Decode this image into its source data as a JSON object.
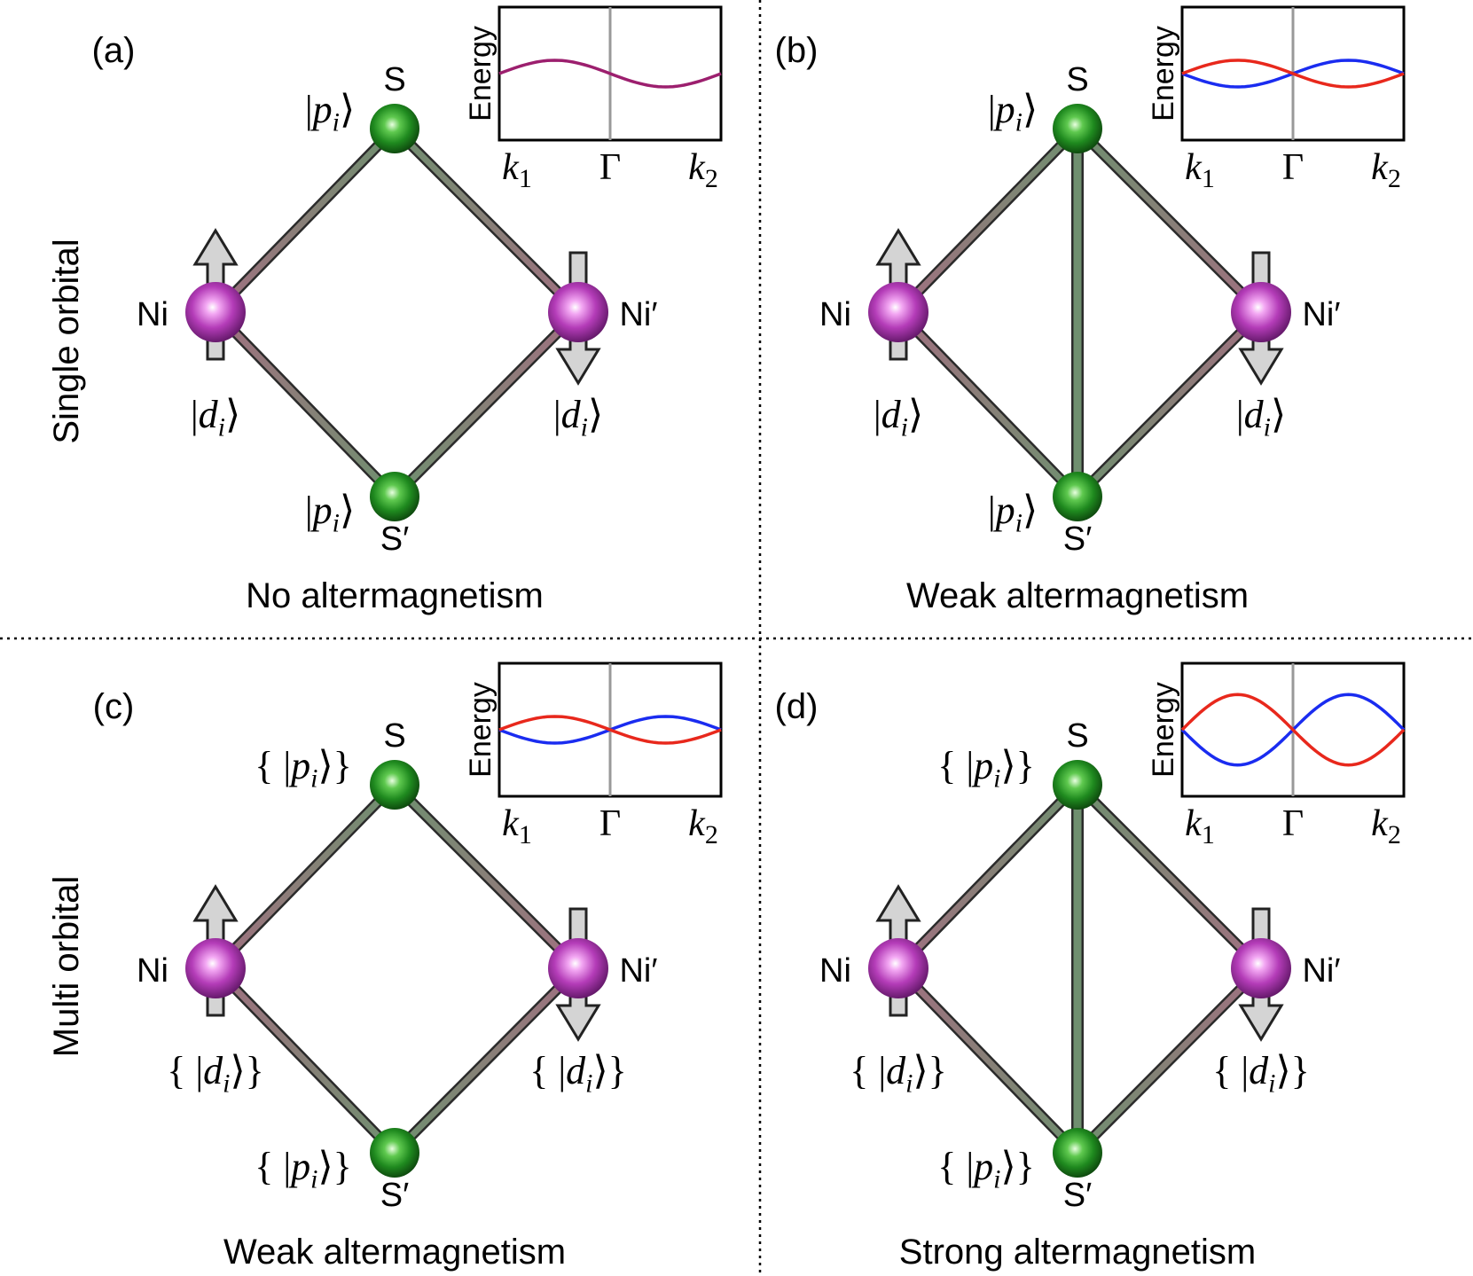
{
  "row_labels": {
    "top": "Single orbital",
    "bottom": "Multi orbital"
  },
  "colors": {
    "ni_atom": "#b43cb8",
    "s_atom": "#1f8a1f",
    "bond_green": "#6f8f6f",
    "bond_pink": "#a07080",
    "spin_arrow": "#d4d4d4",
    "band_up": "#e8281c",
    "band_down": "#1a2cf0",
    "band_degenerate": "#9c1f6e",
    "gamma_line": "#999999"
  },
  "icons": {
    "spin_up": "up-arrow-icon",
    "spin_down": "down-arrow-icon"
  },
  "panels": [
    {
      "id": "a",
      "label": "(a)",
      "caption": "No altermagnetism",
      "ni": "Ni",
      "ni_prime": "Ni′",
      "s": "S",
      "s_prime": "S′",
      "p_state": "|p_i⟩",
      "d_state": "|d_i⟩",
      "multi": false,
      "diagonal_bond": false,
      "inset": {
        "ylabel": "Energy",
        "ticks": [
          "k₁",
          "Γ",
          "k₂"
        ],
        "splitting": "none",
        "amplitude": 0.2
      }
    },
    {
      "id": "b",
      "label": "(b)",
      "caption": "Weak altermagnetism",
      "ni": "Ni",
      "ni_prime": "Ni′",
      "s": "S",
      "s_prime": "S′",
      "p_state": "|p_i⟩",
      "d_state": "|d_i⟩",
      "multi": false,
      "diagonal_bond": true,
      "inset": {
        "ylabel": "Energy",
        "ticks": [
          "k₁",
          "Γ",
          "k₂"
        ],
        "splitting": "weak",
        "amplitude": 0.2
      }
    },
    {
      "id": "c",
      "label": "(c)",
      "caption": "Weak altermagnetism",
      "ni": "Ni",
      "ni_prime": "Ni′",
      "s": "S",
      "s_prime": "S′",
      "p_state": "{ |p_i⟩}",
      "d_state": "{ |d_i⟩}",
      "multi": true,
      "diagonal_bond": false,
      "inset": {
        "ylabel": "Energy",
        "ticks": [
          "k₁",
          "Γ",
          "k₂"
        ],
        "splitting": "weak",
        "amplitude": 0.2
      }
    },
    {
      "id": "d",
      "label": "(d)",
      "caption": "Strong altermagnetism",
      "ni": "Ni",
      "ni_prime": "Ni′",
      "s": "S",
      "s_prime": "S′",
      "p_state": "{ |p_i⟩}",
      "d_state": "{ |d_i⟩}",
      "multi": true,
      "diagonal_bond": true,
      "inset": {
        "ylabel": "Energy",
        "ticks": [
          "k₁",
          "Γ",
          "k₂"
        ],
        "splitting": "strong",
        "amplitude": 0.53
      }
    }
  ]
}
